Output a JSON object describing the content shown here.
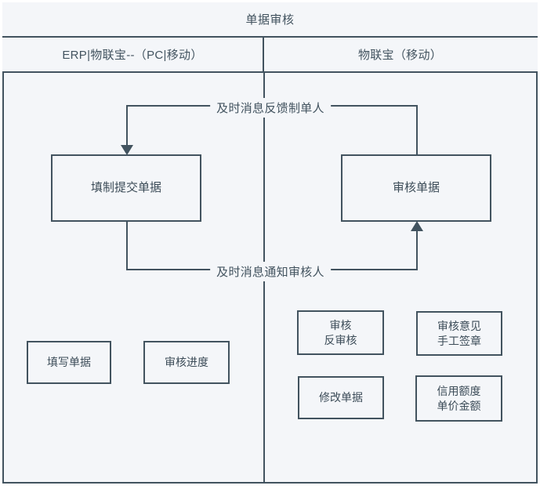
{
  "diagram": {
    "title": "单据审核",
    "type": "swimlane-flowchart",
    "colors": {
      "stroke": "#42535f",
      "fill": "#f4f6f9",
      "text": "#3c4c58",
      "page_background": "#ffffff"
    },
    "lanes": [
      {
        "id": "lane-erp",
        "label": "ERP|物联宝--（PC|移动）"
      },
      {
        "id": "lane-iot",
        "label": "物联宝（移动）"
      }
    ],
    "nodes": [
      {
        "id": "node-fill-submit",
        "lane": "lane-erp",
        "label": "填制提交单据"
      },
      {
        "id": "node-audit-doc",
        "lane": "lane-iot",
        "label": "审核单据"
      },
      {
        "id": "node-write-doc",
        "lane": "lane-erp",
        "label": "填写单据"
      },
      {
        "id": "node-audit-prog",
        "lane": "lane-erp",
        "label": "审核进度"
      },
      {
        "id": "node-audit-unaudit",
        "lane": "lane-iot",
        "label": "审核\n反审核"
      },
      {
        "id": "node-opinion-sign",
        "lane": "lane-iot",
        "label": "审核意见\n手工签章"
      },
      {
        "id": "node-modify-doc",
        "lane": "lane-iot",
        "label": "修改单据"
      },
      {
        "id": "node-credit-price",
        "lane": "lane-iot",
        "label": "信用额度\n单价金额"
      }
    ],
    "edges": [
      {
        "id": "edge-feedback",
        "label": "及时消息反馈制单人",
        "from": "node-audit-doc",
        "to": "node-fill-submit",
        "arrow": "down"
      },
      {
        "id": "edge-notify",
        "label": "及时消息通知审核人",
        "from": "node-fill-submit",
        "to": "node-audit-doc",
        "arrow": "up"
      }
    ]
  }
}
